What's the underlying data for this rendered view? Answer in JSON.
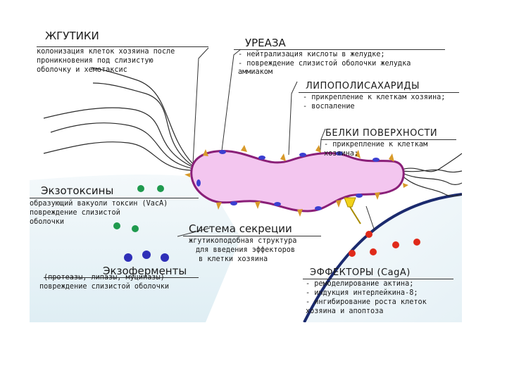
{
  "flagella": {
    "title": "ЖГУТИКИ",
    "lines": [
      "колонизация клеток хозяина после",
      "проникновения под слизистую",
      "оболочку и хемотаксис"
    ]
  },
  "urease": {
    "title": "УРЕАЗА",
    "lines": [
      "- нейтрализация кислоты в желудке;",
      "- повреждение слизистой оболочки желудка",
      "аммиаком"
    ]
  },
  "lps": {
    "title": "ЛИПОПОЛИСАХАРИДЫ",
    "lines": [
      "- прикрепление к клеткам хозяина;",
      "- воспаление"
    ]
  },
  "surface_proteins": {
    "title": "БЕЛКИ ПОВЕРХНОСТИ",
    "lines": [
      "- прикрепление к клеткам",
      "хозяина;"
    ]
  },
  "exotoxins": {
    "title": "Экзотоксины",
    "lines": [
      "образующий вакуоли токсин (VacA)",
      "повреждение слизистой",
      "оболочки"
    ]
  },
  "secretion": {
    "title": "Система секреции",
    "lines": [
      "жгутикоподобная структура",
      "для введения эффекторов",
      "в клетки хозяина"
    ]
  },
  "exoenzymes": {
    "title": "Экзоферменты",
    "lines": [
      "(протеазы, липазы, муциназы)",
      "повреждение слизистой оболочки"
    ]
  },
  "effectors": {
    "title": "ЭФФЕКТОРЫ (CagA)",
    "lines": [
      "- ремоделирование актина;",
      "- индукция интерлейкина-8;",
      "- ингибирование роста клеток",
      "хозяина и апоптоза"
    ]
  },
  "colors": {
    "bacterium_fill": "#f3c6ef",
    "bacterium_outline": "#8a1f78",
    "membrane_dots": "#3b3fd1",
    "spikes": "#d89a2a",
    "host_cell": "#eef5f8",
    "host_membrane": "#1b2a6e",
    "exotoxin": "#1f9a4e",
    "exoenzyme": "#2e2fb8",
    "effector": "#e02a1a",
    "secretion_needle": "#f1d21a"
  }
}
